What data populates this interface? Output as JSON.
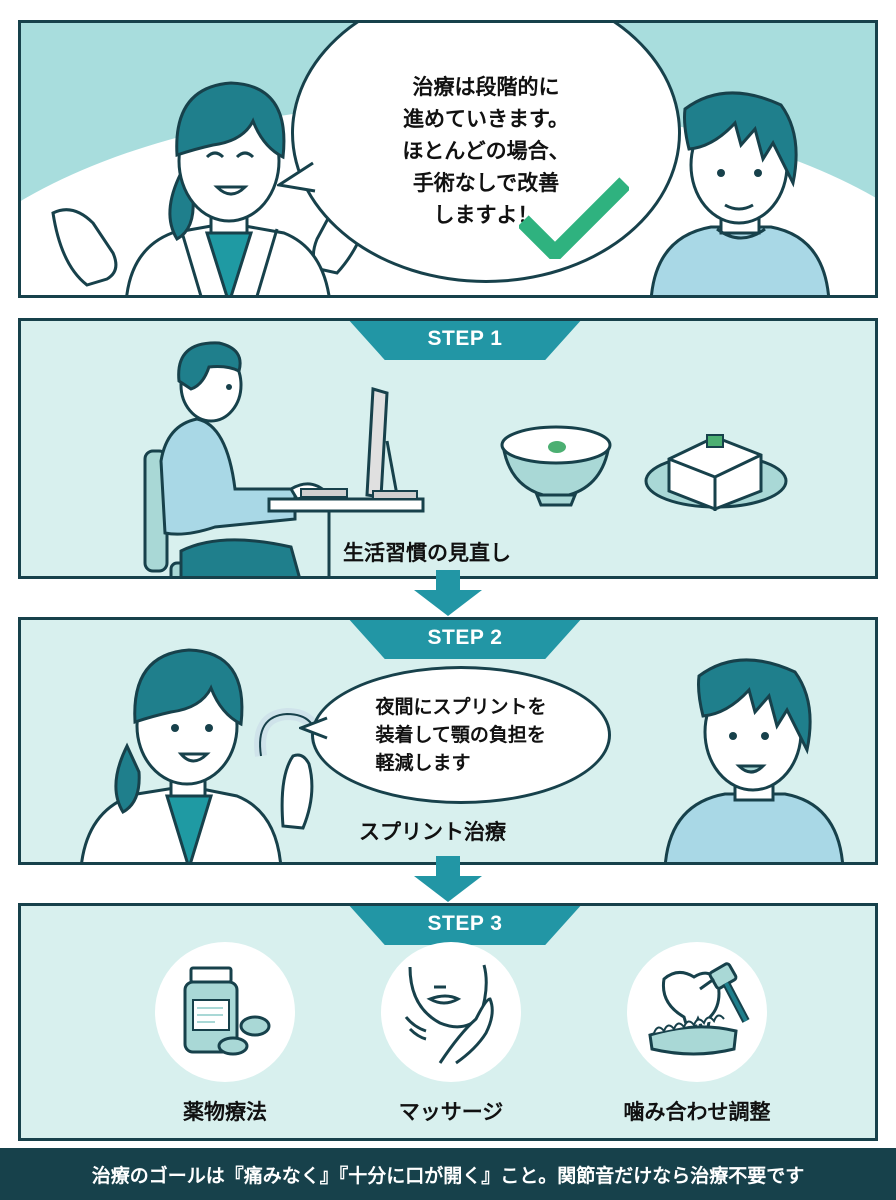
{
  "colors": {
    "outline": "#17414b",
    "panel_bg": "#d8f0ee",
    "intro_bg": "#a8dddd",
    "accent_teal": "#2296a5",
    "hair_teal": "#1f7f8c",
    "shirt_blue": "#a9d8e6",
    "check_green": "#2fb27f",
    "footer_bg": "#17414b"
  },
  "intro": {
    "speech": "治療は段階的に\n進めていきます。\nほとんどの場合、\n手術なしで改善\nしますよ！",
    "speech_lines": [
      "治療は段階的に",
      "進めていきます。",
      "ほとんどの場合、",
      "手術なしで改善",
      "しますよ！"
    ],
    "icons": [
      "doctor-figure",
      "patient-figure",
      "checkmark-icon"
    ]
  },
  "steps": [
    {
      "tab_label": "STEP 1",
      "caption": "生活習慣の見直し",
      "illustrations": [
        "person-at-computer",
        "rice-porridge-bowl",
        "tofu-on-plate"
      ]
    },
    {
      "tab_label": "STEP 2",
      "caption": "スプリント治療",
      "speech_lines": [
        "夜間にスプリントを",
        "装着して顎の負担を",
        "軽減します"
      ],
      "illustrations": [
        "doctor-holding-splint",
        "patient-figure"
      ]
    },
    {
      "tab_label": "STEP 3",
      "methods": [
        {
          "label": "薬物療法",
          "icon": "medicine-bottle-icon"
        },
        {
          "label": "マッサージ",
          "icon": "jaw-massage-icon"
        },
        {
          "label": "噛み合わせ調整",
          "icon": "tooth-adjustment-icon"
        }
      ]
    }
  ],
  "footer": {
    "text": "治療のゴールは『痛みなく』『十分に口が開く』こと。関節音だけなら治療不要です"
  }
}
